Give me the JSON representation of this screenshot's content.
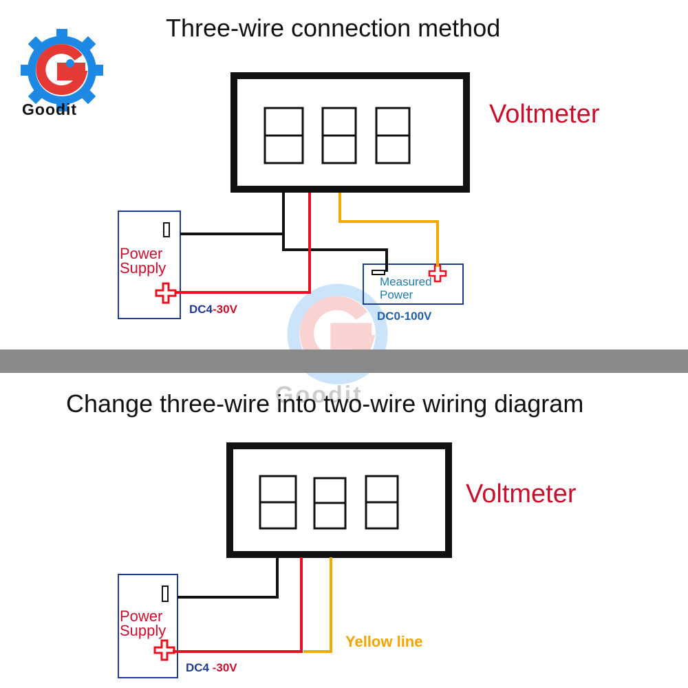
{
  "brand": {
    "name": "Goodit",
    "colors": {
      "gear": "#1e88e5",
      "g": "#e53935"
    }
  },
  "section1": {
    "title": "Three-wire connection method",
    "voltmeter_label": "Voltmeter",
    "power_supply_label_line1": "Power",
    "power_supply_label_line2": "Supply",
    "supply_voltage_prefix": "DC4",
    "supply_voltage_suffix": "-30V",
    "measured_label_line1": "Measured",
    "measured_label_line2": "Power",
    "measured_voltage": "DC0-100V"
  },
  "section2": {
    "title": "Change three-wire into two-wire wiring diagram",
    "voltmeter_label": "Voltmeter",
    "power_supply_label_line1": "Power",
    "power_supply_label_line2": "Supply",
    "supply_voltage_prefix": "DC4",
    "supply_voltage_suffix": " -30V",
    "yellow_line_label": "Yellow line"
  },
  "wire_colors": {
    "black": "#111111",
    "red": "#e8101e",
    "yellow": "#f2a900"
  }
}
